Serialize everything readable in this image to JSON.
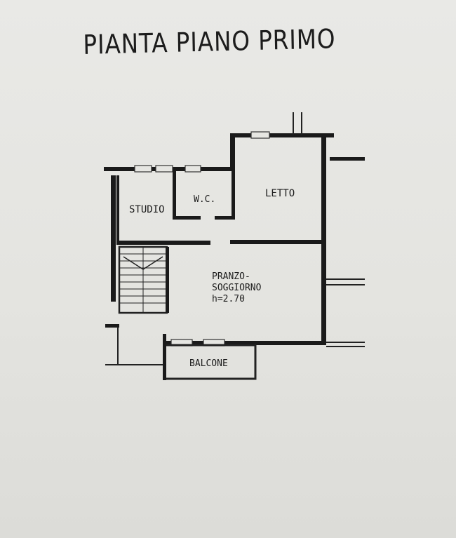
{
  "title": "PIANTA PIANO PRIMO",
  "rooms": {
    "studio": "STUDIO",
    "wc": "W.C.",
    "letto": "LETTO",
    "pranzo_1": "PRANZO-",
    "pranzo_2": "SOGGIORNO",
    "height": "h=2.70",
    "balcone": "BALCONE"
  },
  "colors": {
    "paper": "#e6e6e2",
    "ink": "#1a1a1a"
  }
}
